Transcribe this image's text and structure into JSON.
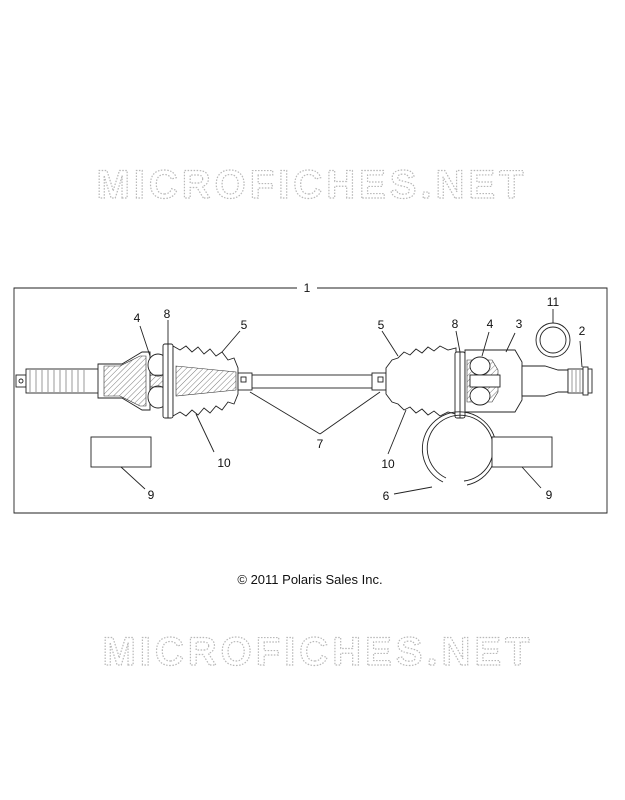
{
  "watermarks": {
    "top": "MICROFICHES.NET",
    "bottom": "MICROFICHES.NET"
  },
  "copyright": "© 2011 Polaris Sales Inc.",
  "callouts": {
    "c1": "1",
    "c2": "2",
    "c3": "3",
    "c4_left": "4",
    "c4_right": "4",
    "c5_left": "5",
    "c5_right": "5",
    "c6": "6",
    "c7": "7",
    "c8_left": "8",
    "c8_right": "8",
    "c9_left": "9",
    "c9_right": "9",
    "c10_left": "10",
    "c10_right": "10",
    "c11": "11"
  },
  "colors": {
    "line": "#222222",
    "watermark": "#b8b8b8",
    "background": "#ffffff"
  }
}
